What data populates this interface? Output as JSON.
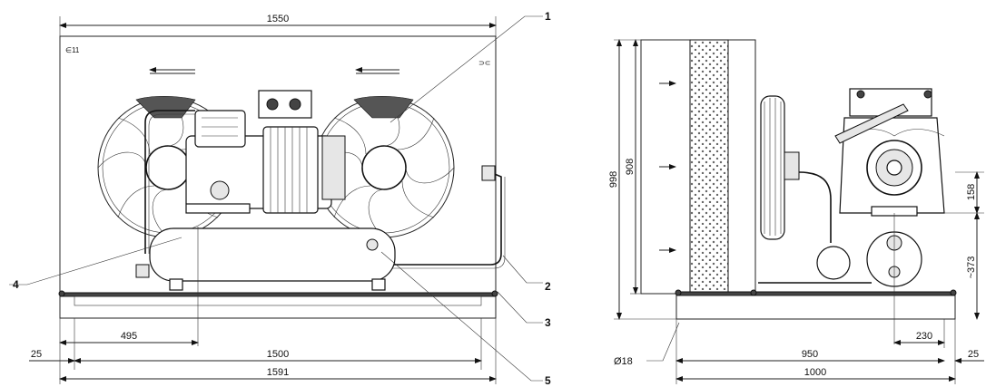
{
  "dimensions": {
    "front_overall_width": "1550",
    "front_base_width": "1500",
    "front_total_width": "1591",
    "front_offset_left": "25",
    "front_offset_to_bolt": "495",
    "side_total_height": "998",
    "side_condenser_height": "908",
    "side_height_158": "158",
    "side_height_373": "~373",
    "side_width_950": "950",
    "side_width_1000": "1000",
    "side_offset_230": "230",
    "side_offset_25": "25",
    "hole_diameter": "Ø18"
  },
  "callouts": [
    "1",
    "2",
    "3",
    "4",
    "5"
  ]
}
